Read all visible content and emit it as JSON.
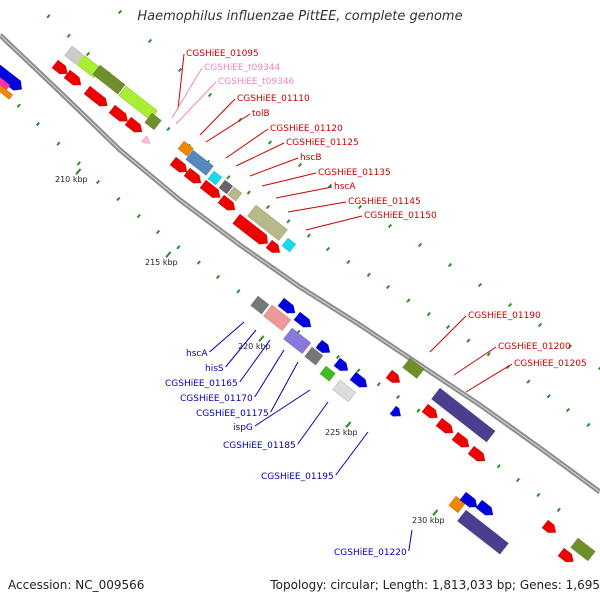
{
  "title": "Haemophilus influenzae PittEE, complete genome",
  "footer": {
    "accession": "Accession: NC_009566",
    "topology": "Topology: circular; Length: 1,813,033 bp; Genes: 1,695"
  },
  "colors": {
    "backbone": "#8c8c8c",
    "tick": "#2e8b2e",
    "forward_label": "#cc0000",
    "trna_label": "#ee88bb",
    "reverse_label": "#0000bb"
  },
  "ticks": [
    "210 kbp",
    "215 kbp",
    "220 kbp",
    "225 kbp",
    "230 kbp"
  ],
  "forward_labels": [
    "CGSHiEE_01095",
    "CGSHiEE_t09344",
    "CGSHiEE_t09346",
    "CGSHiEE_01110",
    "tolB",
    "CGSHiEE_01120",
    "CGSHiEE_01125",
    "hscB",
    "CGSHiEE_01135",
    "hscA",
    "CGSHiEE_01145",
    "CGSHiEE_01150",
    "CGSHiEE_01190",
    "CGSHiEE_01200",
    "CGSHiEE_01205"
  ],
  "reverse_labels": [
    "hscA",
    "hisS",
    "CGSHiEE_01165",
    "CGSHiEE_01170",
    "CGSHiEE_01175",
    "ispG",
    "CGSHiEE_01185",
    "CGSHiEE_01195",
    "CGSHiEE_01220"
  ]
}
